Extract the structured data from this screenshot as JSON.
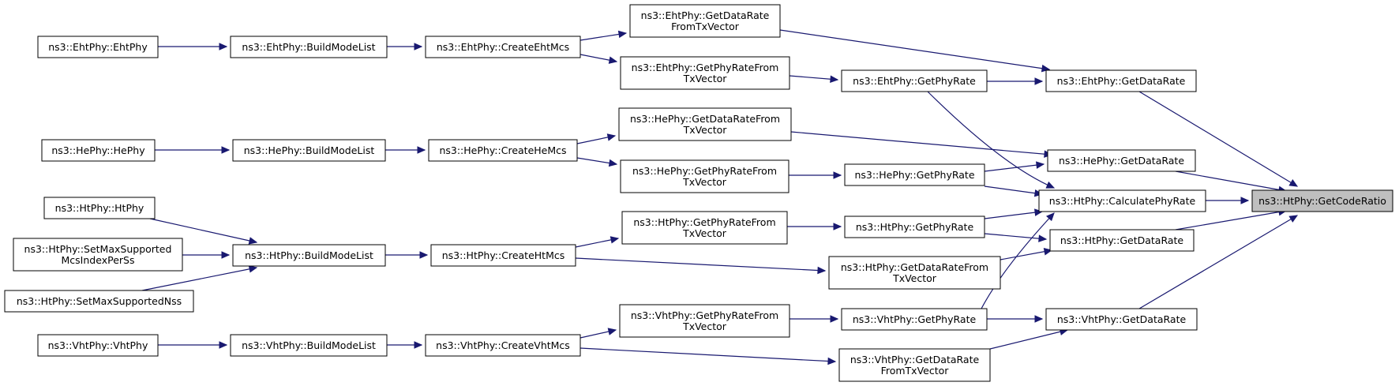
{
  "graph": {
    "title": "",
    "nodes": [
      {
        "id": "getcoderatio",
        "label": [
          "ns3::HtPhy::GetCodeRatio"
        ],
        "highlight": true
      },
      {
        "id": "eht_getdatarate",
        "label": [
          "ns3::EhtPhy::GetDataRate"
        ]
      },
      {
        "id": "he_getdatarate",
        "label": [
          "ns3::HePhy::GetDataRate"
        ]
      },
      {
        "id": "ht_calcphyrate",
        "label": [
          "ns3::HtPhy::CalculatePhyRate"
        ]
      },
      {
        "id": "ht_getdatarate",
        "label": [
          "ns3::HtPhy::GetDataRate"
        ]
      },
      {
        "id": "vht_getdatarate",
        "label": [
          "ns3::VhtPhy::GetDataRate"
        ]
      },
      {
        "id": "eht_getphyrate",
        "label": [
          "ns3::EhtPhy::GetPhyRate"
        ]
      },
      {
        "id": "he_getphyrate",
        "label": [
          "ns3::HePhy::GetPhyRate"
        ]
      },
      {
        "id": "ht_getphyrate",
        "label": [
          "ns3::HtPhy::GetPhyRate"
        ]
      },
      {
        "id": "vht_getphyrate",
        "label": [
          "ns3::VhtPhy::GetPhyRate"
        ]
      },
      {
        "id": "ht_getdatarate_txv",
        "label": [
          "ns3::HtPhy::GetDataRateFrom",
          "TxVector"
        ]
      },
      {
        "id": "vht_getdatarate_txv",
        "label": [
          "ns3::VhtPhy::GetDataRate",
          "FromTxVector"
        ]
      },
      {
        "id": "eht_getdatarate_txv",
        "label": [
          "ns3::EhtPhy::GetDataRate",
          "FromTxVector"
        ]
      },
      {
        "id": "eht_getphyrate_txv",
        "label": [
          "ns3::EhtPhy::GetPhyRateFrom",
          "TxVector"
        ]
      },
      {
        "id": "he_getdatarate_txv",
        "label": [
          "ns3::HePhy::GetDataRateFrom",
          "TxVector"
        ]
      },
      {
        "id": "he_getphyrate_txv",
        "label": [
          "ns3::HePhy::GetPhyRateFrom",
          "TxVector"
        ]
      },
      {
        "id": "ht_getphyrate_txv",
        "label": [
          "ns3::HtPhy::GetPhyRateFrom",
          "TxVector"
        ]
      },
      {
        "id": "vht_getphyrate_txv",
        "label": [
          "ns3::VhtPhy::GetPhyRateFrom",
          "TxVector"
        ]
      },
      {
        "id": "eht_createmcs",
        "label": [
          "ns3::EhtPhy::CreateEhtMcs"
        ]
      },
      {
        "id": "he_createmcs",
        "label": [
          "ns3::HePhy::CreateHeMcs"
        ]
      },
      {
        "id": "ht_createmcs",
        "label": [
          "ns3::HtPhy::CreateHtMcs"
        ]
      },
      {
        "id": "vht_createmcs",
        "label": [
          "ns3::VhtPhy::CreateVhtMcs"
        ]
      },
      {
        "id": "eht_buildmodelist",
        "label": [
          "ns3::EhtPhy::BuildModeList"
        ]
      },
      {
        "id": "he_buildmodelist",
        "label": [
          "ns3::HePhy::BuildModeList"
        ]
      },
      {
        "id": "ht_buildmodelist",
        "label": [
          "ns3::HtPhy::BuildModeList"
        ]
      },
      {
        "id": "vht_buildmodelist",
        "label": [
          "ns3::VhtPhy::BuildModeList"
        ]
      },
      {
        "id": "eht_ctor",
        "label": [
          "ns3::EhtPhy::EhtPhy"
        ]
      },
      {
        "id": "he_ctor",
        "label": [
          "ns3::HePhy::HePhy"
        ]
      },
      {
        "id": "ht_ctor",
        "label": [
          "ns3::HtPhy::HtPhy"
        ]
      },
      {
        "id": "ht_setmaxmcs",
        "label": [
          "ns3::HtPhy::SetMaxSupported",
          "McsIndexPerSs"
        ]
      },
      {
        "id": "ht_setmaxnss",
        "label": [
          "ns3::HtPhy::SetMaxSupportedNss"
        ]
      },
      {
        "id": "vht_ctor",
        "label": [
          "ns3::VhtPhy::VhtPhy"
        ]
      }
    ],
    "edges": [
      {
        "from": "eht_getdatarate",
        "to": "getcoderatio"
      },
      {
        "from": "he_getdatarate",
        "to": "getcoderatio"
      },
      {
        "from": "ht_calcphyrate",
        "to": "getcoderatio"
      },
      {
        "from": "ht_getdatarate",
        "to": "getcoderatio"
      },
      {
        "from": "vht_getdatarate",
        "to": "getcoderatio"
      },
      {
        "from": "eht_getphyrate",
        "to": "eht_getdatarate"
      },
      {
        "from": "eht_getdatarate_txv",
        "to": "eht_getdatarate"
      },
      {
        "from": "he_getphyrate",
        "to": "he_getdatarate"
      },
      {
        "from": "he_getdatarate_txv",
        "to": "he_getdatarate"
      },
      {
        "from": "ht_getphyrate",
        "to": "ht_getdatarate"
      },
      {
        "from": "ht_getdatarate_txv",
        "to": "ht_getdatarate"
      },
      {
        "from": "vht_getphyrate",
        "to": "vht_getdatarate"
      },
      {
        "from": "vht_getdatarate_txv",
        "to": "vht_getdatarate"
      },
      {
        "from": "eht_getphyrate",
        "to": "ht_calcphyrate"
      },
      {
        "from": "he_getphyrate",
        "to": "ht_calcphyrate"
      },
      {
        "from": "ht_getphyrate",
        "to": "ht_calcphyrate"
      },
      {
        "from": "vht_getphyrate",
        "to": "ht_calcphyrate"
      },
      {
        "from": "eht_getphyrate_txv",
        "to": "eht_getphyrate"
      },
      {
        "from": "he_getphyrate_txv",
        "to": "he_getphyrate"
      },
      {
        "from": "ht_getphyrate_txv",
        "to": "ht_getphyrate"
      },
      {
        "from": "vht_getphyrate_txv",
        "to": "vht_getphyrate"
      },
      {
        "from": "ht_createmcs",
        "to": "ht_getdatarate_txv"
      },
      {
        "from": "vht_createmcs",
        "to": "vht_getdatarate_txv"
      },
      {
        "from": "eht_createmcs",
        "to": "eht_getdatarate_txv"
      },
      {
        "from": "eht_createmcs",
        "to": "eht_getphyrate_txv"
      },
      {
        "from": "he_createmcs",
        "to": "he_getdatarate_txv"
      },
      {
        "from": "he_createmcs",
        "to": "he_getphyrate_txv"
      },
      {
        "from": "ht_createmcs",
        "to": "ht_getphyrate_txv"
      },
      {
        "from": "vht_createmcs",
        "to": "vht_getphyrate_txv"
      },
      {
        "from": "eht_buildmodelist",
        "to": "eht_createmcs"
      },
      {
        "from": "he_buildmodelist",
        "to": "he_createmcs"
      },
      {
        "from": "ht_buildmodelist",
        "to": "ht_createmcs"
      },
      {
        "from": "vht_buildmodelist",
        "to": "vht_createmcs"
      },
      {
        "from": "eht_ctor",
        "to": "eht_buildmodelist"
      },
      {
        "from": "he_ctor",
        "to": "he_buildmodelist"
      },
      {
        "from": "ht_ctor",
        "to": "ht_buildmodelist"
      },
      {
        "from": "ht_setmaxmcs",
        "to": "ht_buildmodelist"
      },
      {
        "from": "ht_setmaxnss",
        "to": "ht_buildmodelist"
      },
      {
        "from": "vht_ctor",
        "to": "vht_buildmodelist"
      }
    ],
    "colors": {
      "edge": "#191970",
      "node_border": "#000000",
      "node_fill": "#ffffff",
      "highlight_fill": "#bfbfbf"
    }
  }
}
